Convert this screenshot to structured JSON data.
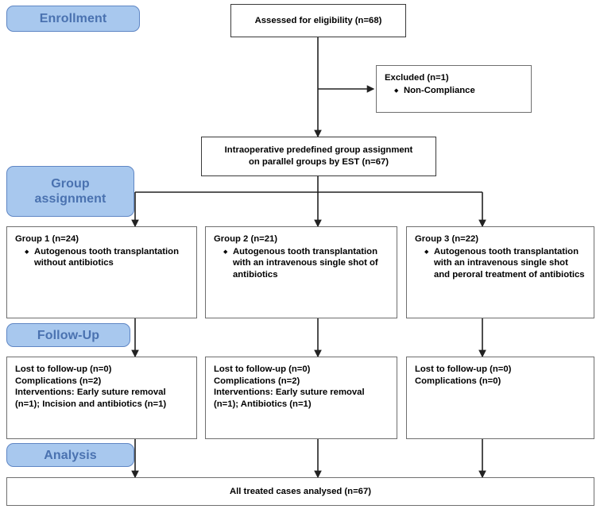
{
  "figure": {
    "type": "consort-flow-diagram",
    "title": "CONSORT participant flow diagram"
  },
  "colors": {
    "pill_fill": "#a8c8ee",
    "pill_border": "#5f86c4",
    "pill_text": "#4a72b0",
    "box_border": "#6f6f6f",
    "box_fill": "#ffffff",
    "text": "#000000",
    "connector": "#222222"
  },
  "stages": [
    {
      "id": "enrollment",
      "label": "Enrollment"
    },
    {
      "id": "group-assignment",
      "label": "Group\nassignment",
      "line1": "Group",
      "line2": "assignment"
    },
    {
      "id": "follow-up",
      "label": "Follow-Up"
    },
    {
      "id": "analysis",
      "label": "Analysis"
    }
  ],
  "nodes": {
    "assessed": {
      "text": "Assessed for eligibility (n=68)"
    },
    "excluded": {
      "header": "Excluded (n=1)",
      "bullets": [
        "Non-Compliance"
      ]
    },
    "allocation": {
      "line1": "Intraoperative predefined group assignment",
      "line2_pre": "on parallel groups by ",
      "line2_bold": "EST",
      "line2_post": " (n=67)"
    },
    "groups": [
      {
        "header": "Group 1 (n=24)",
        "bullets": [
          "Autogenous tooth transplantation without antibiotics"
        ]
      },
      {
        "header": "Group 2 (n=21)",
        "bullets": [
          "Autogenous tooth transplantation with an intravenous single shot of antibiotics"
        ]
      },
      {
        "header": "Group 3 (n=22)",
        "bullets": [
          "Autogenous tooth transplantation with an intravenous single shot and peroral treatment of antibiotics"
        ]
      }
    ],
    "followups": [
      {
        "lines": [
          "Lost to follow-up (n=0)",
          "Complications (n=2)",
          "Interventions: Early suture removal",
          "(n=1); Incision and antibiotics (n=1)"
        ]
      },
      {
        "lines": [
          "Lost to follow-up (n=0)",
          "Complications (n=2)",
          "Interventions: Early suture removal",
          "(n=1); Antibiotics (n=1)"
        ]
      },
      {
        "lines": [
          "Lost to follow-up (n=0)",
          "Complications (n=0)"
        ]
      }
    ],
    "analysis": {
      "text": "All treated cases analysed (n=67)"
    }
  },
  "chart_data": {
    "type": "flow",
    "title": "CONSORT flow diagram",
    "stages": [
      "Enrollment",
      "Group assignment",
      "Follow-Up",
      "Analysis"
    ],
    "counts": {
      "assessed_for_eligibility": 68,
      "excluded": 1,
      "excluded_reason": "Non-Compliance",
      "randomized_assigned": 67,
      "group_1": 24,
      "group_2": 21,
      "group_3": 22,
      "group_1_lost_to_followup": 0,
      "group_1_complications": 2,
      "group_2_lost_to_followup": 0,
      "group_2_complications": 2,
      "group_3_lost_to_followup": 0,
      "group_3_complications": 0,
      "analysed": 67
    }
  }
}
